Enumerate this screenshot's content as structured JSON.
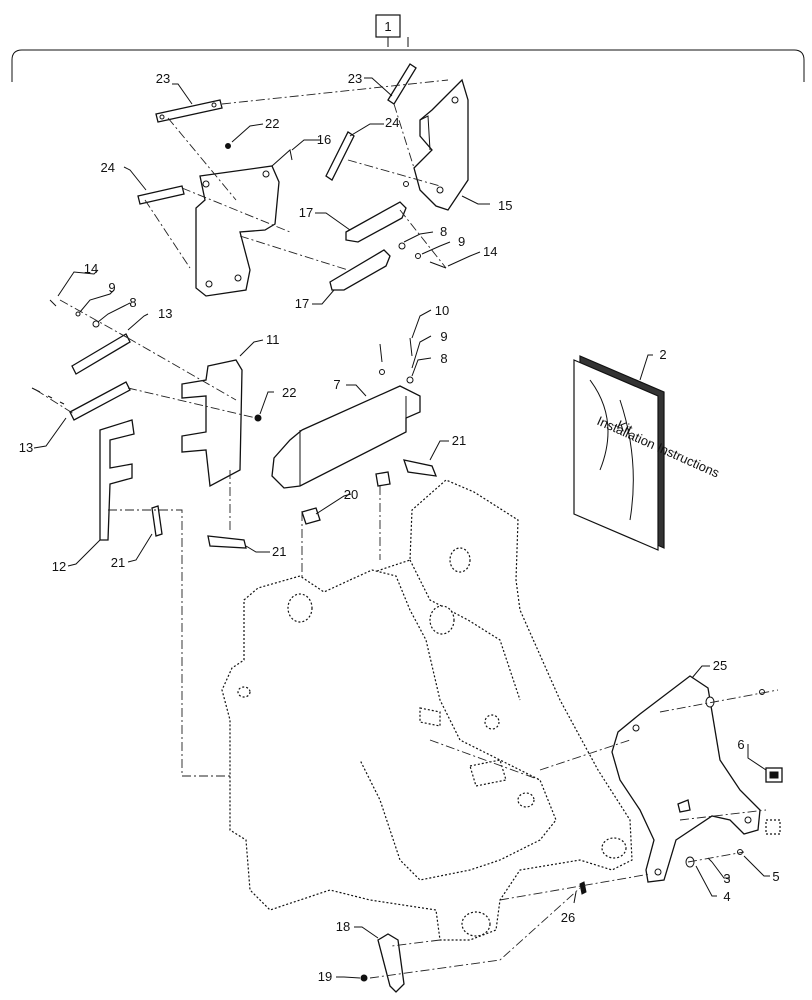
{
  "callouts": {
    "c1": "1",
    "c2": "2",
    "c3": "3",
    "c4": "4",
    "c5": "5",
    "c6": "6",
    "c7": "7",
    "c8a": "8",
    "c8b": "8",
    "c8c": "8",
    "c9a": "9",
    "c9b": "9",
    "c9c": "9",
    "c10": "10",
    "c11": "11",
    "c12": "12",
    "c13a": "13",
    "c13b": "13",
    "c14a": "14",
    "c14b": "14",
    "c15": "15",
    "c16": "16",
    "c17a": "17",
    "c17b": "17",
    "c18": "18",
    "c19": "19",
    "c20": "20",
    "c21a": "21",
    "c21b": "21",
    "c21c": "21",
    "c22a": "22",
    "c22b": "22",
    "c23a": "23",
    "c23b": "23",
    "c24a": "24",
    "c24b": "24",
    "c25": "25",
    "c26": "26"
  },
  "manual": {
    "title": "Kit",
    "subtitle": "Installation Instructions"
  }
}
